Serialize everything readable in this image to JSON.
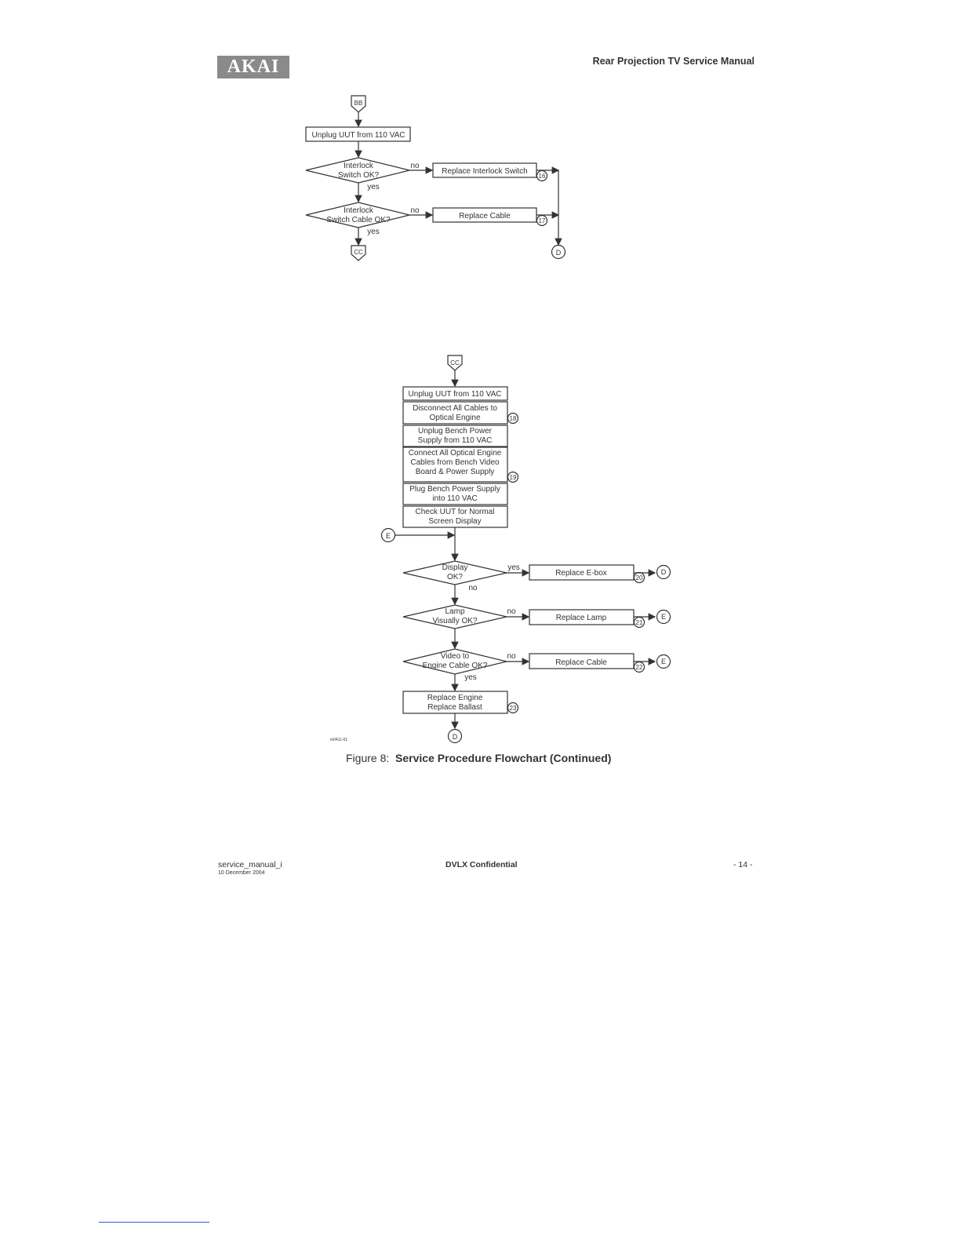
{
  "header": {
    "logo": "AKAI",
    "title": "Rear Projection TV Service Manual"
  },
  "flow1": {
    "start": "BB",
    "unplug": "Unplug UUT from 110 VAC",
    "d1": [
      "Interlock",
      "Switch OK?"
    ],
    "d2": [
      "Interlock",
      "Switch Cable OK?"
    ],
    "r1": "Replace Interlock Switch",
    "r2": "Replace Cable",
    "n16": "16",
    "n17": "17",
    "no": "no",
    "yes": "yes",
    "end_cc": "CC",
    "end_d": "D"
  },
  "flow2": {
    "start": "CC",
    "steps": {
      "s1": "Unplug UUT from 110 VAC",
      "s2": [
        "Disconnect All Cables to",
        "Optical Engine"
      ],
      "s3": [
        "Unplug Bench Power",
        "Supply from 110 VAC"
      ],
      "s4": [
        "Connect All Optical Engine",
        "Cables from Bench Video",
        "Board & Power Supply"
      ],
      "s5": [
        "Plug Bench Power Supply",
        "into 110 VAC"
      ],
      "s6": [
        "Check UUT for Normal",
        "Screen Display"
      ]
    },
    "n18": "18",
    "n19": "19",
    "entry_e": "E",
    "d1": [
      "Display",
      "OK?"
    ],
    "d2": [
      "Lamp",
      "Visually OK?"
    ],
    "d3": [
      "Video to",
      "Engine Cable OK?"
    ],
    "r1": "Replace E-box",
    "r2": "Replace Lamp",
    "r3": "Replace Cable",
    "r4": [
      "Replace Engine",
      "Replace Ballast"
    ],
    "n20": "20",
    "n21": "21",
    "n22": "22",
    "n23": "23",
    "no": "no",
    "yes": "yes",
    "out_d": "D",
    "out_e": "E",
    "end_d": "D",
    "fig_id": "m0411-01"
  },
  "caption": {
    "label": "Figure 8:",
    "title": "Service Procedure Flowchart (Continued)"
  },
  "footer": {
    "doc": "service_manual_i",
    "date": "10 December 2004",
    "center": "DVLX Confidential",
    "page": "- 14 -"
  }
}
